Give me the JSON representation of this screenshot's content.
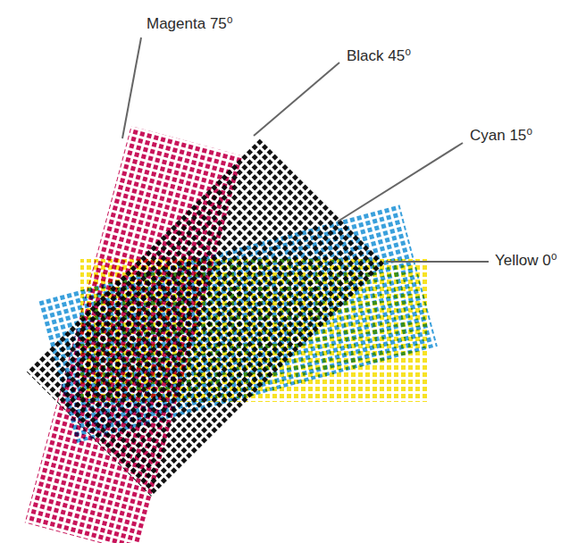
{
  "diagram": {
    "labels": [
      "Magenta 75⁰",
      "Black 45⁰",
      "Cyan 15⁰",
      "Yellow 0⁰"
    ]
  }
}
